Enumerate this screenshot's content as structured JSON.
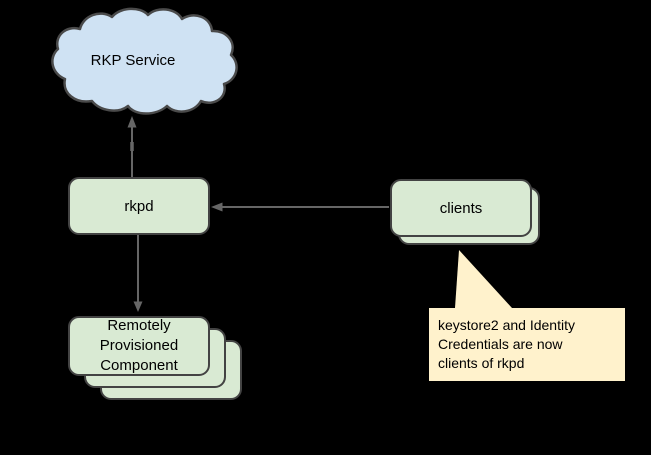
{
  "diagram": {
    "nodes": {
      "rkp_service": {
        "label": "RKP Service",
        "shape": "cloud"
      },
      "rkpd": {
        "label": "rkpd",
        "shape": "rounded-rect"
      },
      "clients": {
        "label": "clients",
        "shape": "rounded-rect-stack",
        "stack_count": 2
      },
      "remotely_provisioned_component": {
        "label_lines": [
          "Remotely",
          "Provisioned",
          "Component"
        ],
        "shape": "rounded-rect-stack",
        "stack_count": 3
      }
    },
    "edges": [
      {
        "from": "rkpd",
        "to": "rkp_service",
        "arrowhead_at": "rkp_service",
        "direction": "up"
      },
      {
        "from": "clients",
        "to": "rkpd",
        "arrowhead_at": "rkpd",
        "direction": "left"
      },
      {
        "from": "rkpd",
        "to": "remotely_provisioned_component",
        "arrowhead_at": "remotely_provisioned_component",
        "direction": "down"
      }
    ],
    "callout": {
      "lines": [
        "keystore2 and Identity",
        "Credentials are now",
        "clients of rkpd"
      ],
      "points_to": "clients"
    },
    "colors": {
      "background": "#000000",
      "node_fill": "#d9ead3",
      "node_border": "#434343",
      "cloud_fill": "#cfe2f3",
      "cloud_border": "#4a4a4a",
      "callout_fill": "#fff2cc",
      "arrow": "#666666",
      "text": "#000000"
    }
  }
}
